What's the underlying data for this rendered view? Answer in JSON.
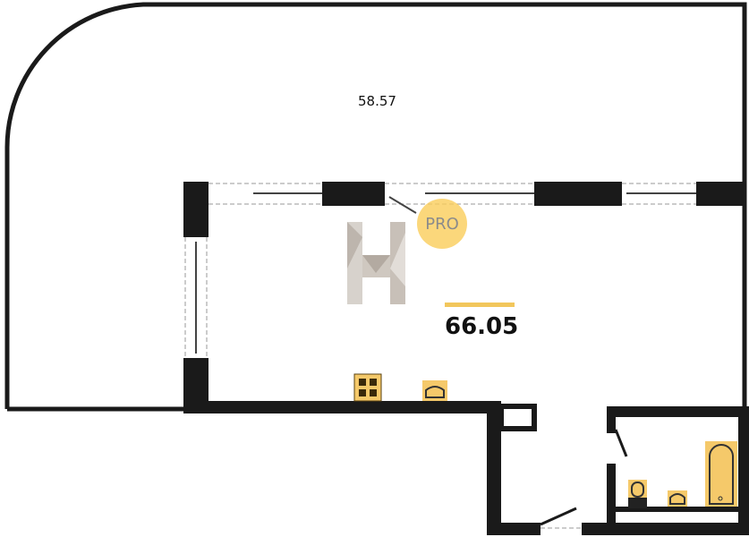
{
  "plan": {
    "balcony_area": "58.57",
    "main_area": "66.05",
    "badge": "PRO",
    "logo_letter": "H"
  },
  "colors": {
    "wall": "#1a1a1a",
    "fixture": "#f5c96a",
    "accent": "#f2c75c"
  }
}
